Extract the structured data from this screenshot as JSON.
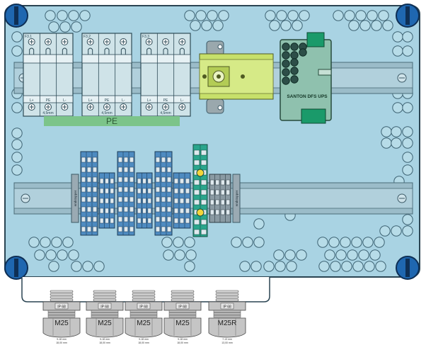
{
  "palette": {
    "enclosure_fill": "#a9d3e3",
    "enclosure_stroke": "#2a4452",
    "rail": "#9bbcc9",
    "hole": "#b7dce8",
    "screw": "#1f67b0",
    "spd": "#cfe3e8",
    "pe_bar": "#7cc48a",
    "disconnector": "#c7e06a",
    "ups_box": "#8fc1ae",
    "ups_green": "#1a9a6a",
    "terminal_blue": "#4e8bc1",
    "terminal_teal": "#2aa58c",
    "gland": "#c5c5c5"
  },
  "spd_modules": [
    {
      "label": "F3.1",
      "poles": [
        "L+",
        "PE",
        "L-"
      ],
      "wire_label": "4,5mm"
    },
    {
      "label": "F3.2",
      "poles": [
        "L+",
        "PE",
        "L-"
      ],
      "wire_label": "4,5mm"
    },
    {
      "label": "F3.3",
      "poles": [
        "L+",
        "PE",
        "L-"
      ],
      "wire_label": "4,5mm"
    }
  ],
  "pe_bar_label": "PE",
  "ups_label": "SANTON DFS UPS",
  "end_stop_labels": [
    "endstopper",
    "endstopper"
  ],
  "glands": [
    {
      "rating": "IP 68",
      "size": "M25",
      "note_top": "9-18 mm",
      "note_bottom": "18,00 mm"
    },
    {
      "rating": "IP 68",
      "size": "M25",
      "note_top": "9-18 mm",
      "note_bottom": "18,00 mm"
    },
    {
      "rating": "IP 68",
      "size": "M25",
      "note_top": "9-18 mm",
      "note_bottom": "18,00 mm"
    },
    {
      "rating": "IP 68",
      "size": "M25",
      "note_top": "9-18 mm",
      "note_bottom": "18,00 mm"
    },
    {
      "rating": "IP 68",
      "size": "M25R",
      "note_top": "7-13 mm",
      "note_bottom": "13,00 mm"
    }
  ]
}
